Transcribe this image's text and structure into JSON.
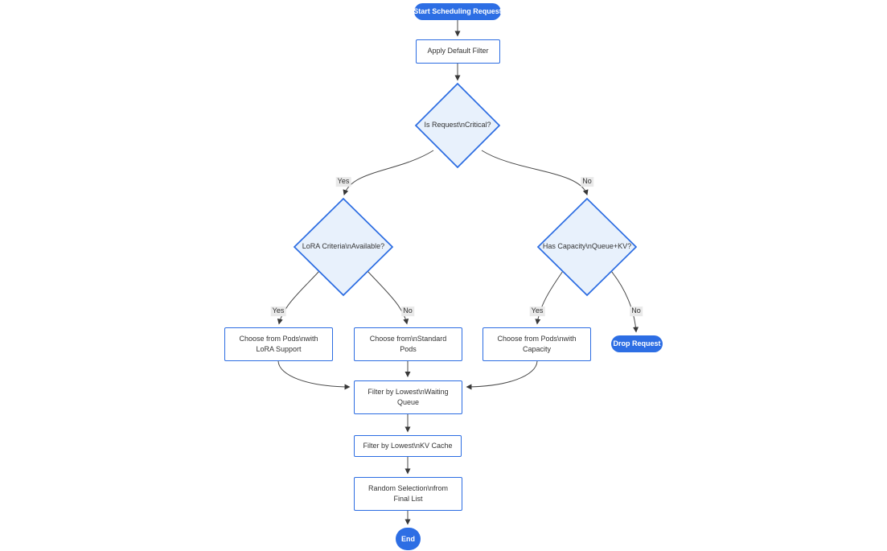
{
  "diagram": {
    "type": "flowchart",
    "direction": "top-down",
    "nodes": {
      "start": {
        "label": "Start Scheduling Request",
        "shape": "stadium"
      },
      "apply_filter": {
        "label": "Apply Default Filter",
        "shape": "rect"
      },
      "is_critical": {
        "label": "Is Request\\nCritical?",
        "shape": "diamond"
      },
      "lora_criteria": {
        "label": "LoRA Criteria\\nAvailable?",
        "shape": "diamond"
      },
      "has_capacity": {
        "label": "Has Capacity\\nQueue+KV?",
        "shape": "diamond"
      },
      "choose_lora_pods": {
        "label": "Choose from Pods\\nwith\nLoRA Support",
        "shape": "rect"
      },
      "choose_standard_pods": {
        "label": "Choose from\\nStandard\nPods",
        "shape": "rect"
      },
      "choose_capacity_pods": {
        "label": "Choose from Pods\\nwith\nCapacity",
        "shape": "rect"
      },
      "drop_request": {
        "label": "Drop Request",
        "shape": "stadium"
      },
      "filter_waiting_queue": {
        "label": "Filter by Lowest\\nWaiting\nQueue",
        "shape": "rect"
      },
      "filter_kv_cache": {
        "label": "Filter by Lowest\\nKV Cache",
        "shape": "rect"
      },
      "random_selection": {
        "label": "Random Selection\\nfrom\nFinal List",
        "shape": "rect"
      },
      "end": {
        "label": "End",
        "shape": "stadium"
      }
    },
    "edges": [
      {
        "from": "start",
        "to": "apply_filter",
        "label": ""
      },
      {
        "from": "apply_filter",
        "to": "is_critical",
        "label": ""
      },
      {
        "from": "is_critical",
        "to": "lora_criteria",
        "label": "Yes"
      },
      {
        "from": "is_critical",
        "to": "has_capacity",
        "label": "No"
      },
      {
        "from": "lora_criteria",
        "to": "choose_lora_pods",
        "label": "Yes"
      },
      {
        "from": "lora_criteria",
        "to": "choose_standard_pods",
        "label": "No"
      },
      {
        "from": "has_capacity",
        "to": "choose_capacity_pods",
        "label": "Yes"
      },
      {
        "from": "has_capacity",
        "to": "drop_request",
        "label": "No"
      },
      {
        "from": "choose_lora_pods",
        "to": "filter_waiting_queue",
        "label": ""
      },
      {
        "from": "choose_standard_pods",
        "to": "filter_waiting_queue",
        "label": ""
      },
      {
        "from": "choose_capacity_pods",
        "to": "filter_waiting_queue",
        "label": ""
      },
      {
        "from": "filter_waiting_queue",
        "to": "filter_kv_cache",
        "label": ""
      },
      {
        "from": "filter_kv_cache",
        "to": "random_selection",
        "label": ""
      },
      {
        "from": "random_selection",
        "to": "end",
        "label": ""
      }
    ],
    "colors": {
      "terminal_fill": "#2d6ee4",
      "terminal_text": "#ffffff",
      "process_fill": "#ffffff",
      "process_border": "#2b6ce2",
      "decision_fill": "#e8f1fc",
      "decision_border": "#2b6ce2",
      "edge_line": "#4a4a4a",
      "edge_label_bg": "#e9e9e9",
      "text": "#333333"
    }
  }
}
